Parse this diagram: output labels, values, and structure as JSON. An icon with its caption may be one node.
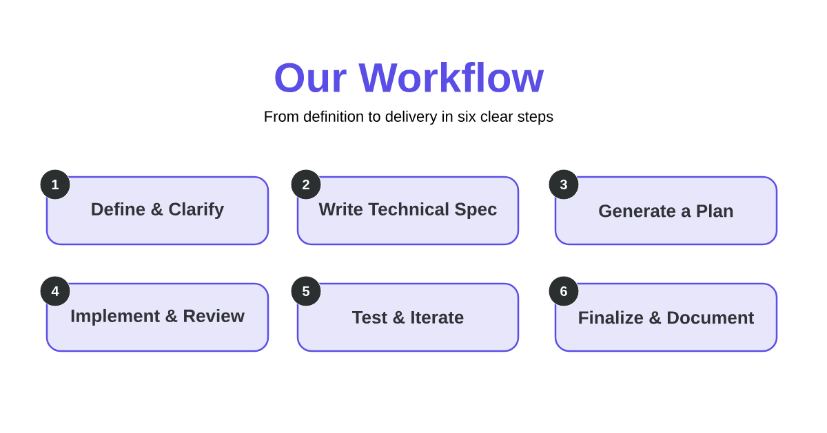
{
  "diagram": {
    "title": "Our Workflow",
    "caption": "From definition to delivery in six clear steps",
    "nodes": [
      {
        "text": [
          "1"
        ]
      },
      {
        "text": [
          "Define & Clarify"
        ]
      },
      {
        "text": [
          "2"
        ]
      },
      {
        "text": [
          "Write Technical Spec"
        ]
      },
      {
        "text": [
          "3"
        ]
      },
      {
        "text": [
          "Generate a Plan"
        ]
      },
      {
        "text": [
          "4"
        ]
      },
      {
        "text": [
          "Implement & Review"
        ]
      },
      {
        "text": [
          "5"
        ]
      },
      {
        "text": [
          "Test & Iterate"
        ]
      },
      {
        "text": [
          "6"
        ]
      },
      {
        "text": [
          "Finalize & Document"
        ]
      }
    ]
  }
}
